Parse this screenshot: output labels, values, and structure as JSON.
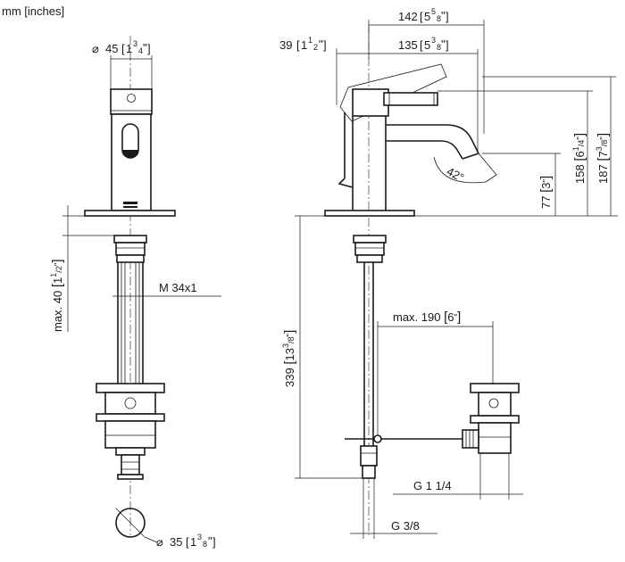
{
  "units_label": "mm [inches]",
  "front_view": {
    "top_diameter": {
      "symbol": "⌀",
      "mm": "45",
      "inch_whole": "1",
      "inch_num": "3",
      "inch_den": "4"
    },
    "thread": "M 34x1",
    "max_thickness": {
      "prefix": "max.",
      "mm": "40",
      "inch_whole": "1",
      "inch_num": "1",
      "inch_den": "2"
    },
    "bottom_diameter": {
      "symbol": "⌀",
      "mm": "35",
      "inch_whole": "1",
      "inch_num": "3",
      "inch_den": "8"
    }
  },
  "side_view": {
    "overall_length": {
      "mm": "142",
      "inch_whole": "5",
      "inch_num": "5",
      "inch_den": "8"
    },
    "projection": {
      "mm": "135",
      "inch_whole": "5",
      "inch_num": "3",
      "inch_den": "8"
    },
    "lever_offset": {
      "mm": "39",
      "inch_whole": "1",
      "inch_num": "1",
      "inch_den": "2"
    },
    "height_total": {
      "mm": "187",
      "inch_whole": "7",
      "inch_num": "3",
      "inch_den": "8"
    },
    "height_spout_top": {
      "mm": "158",
      "inch_whole": "6",
      "inch_num": "1",
      "inch_den": "4"
    },
    "height_outlet": {
      "mm": "77",
      "inch_whole": "3",
      "inch_num": "",
      "inch_den": ""
    },
    "lever_angle": "42°",
    "below_deck": {
      "mm": "339",
      "inch_whole": "13",
      "inch_num": "3",
      "inch_den": "8"
    },
    "max_reach": {
      "prefix": "max.",
      "mm": "190",
      "inch_whole": "6",
      "inch_num": "",
      "inch_den": ""
    },
    "waste_thread": "G 1 1/4",
    "supply_thread": "G 3/8"
  }
}
